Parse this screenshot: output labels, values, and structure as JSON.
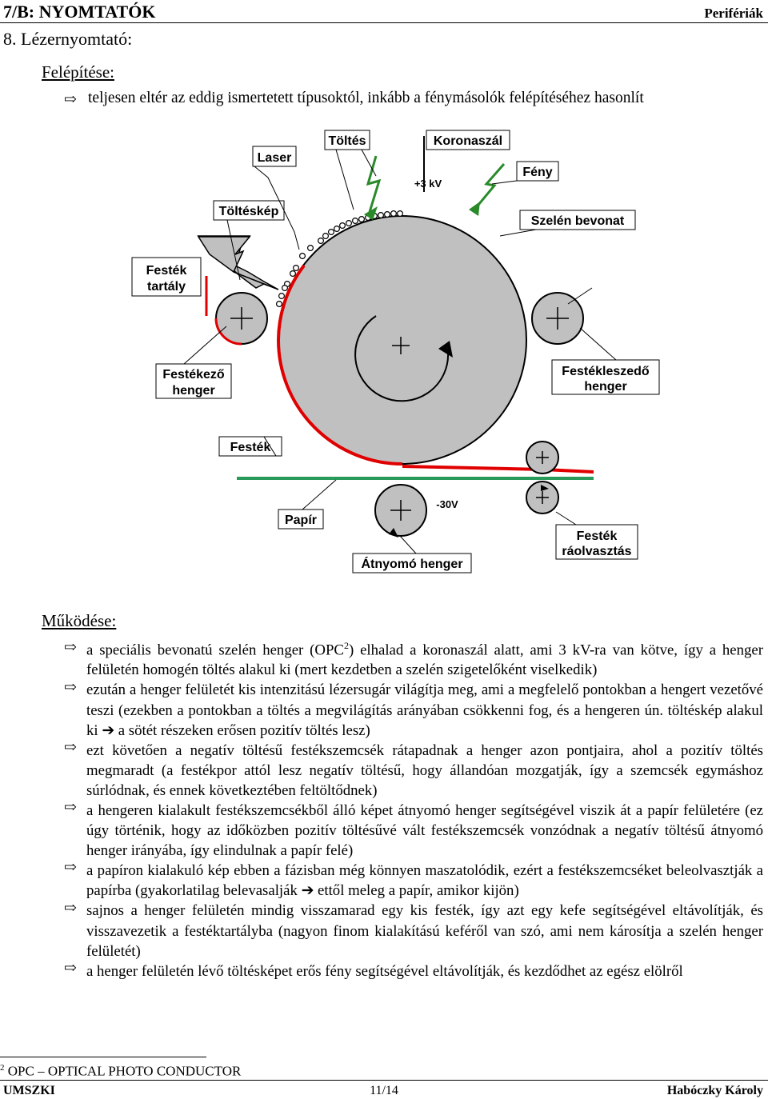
{
  "header": {
    "left": "7/B: NYOMTATÓK",
    "right": "Perifériák"
  },
  "section": "8. Lézernyomtató:",
  "subheading1": "Felépítése:",
  "intro": "teljesen eltér az eddig ismertetett típusoktól, inkább a fénymásolók felépítéséhez hasonlít",
  "diagram": {
    "laser": "Laser",
    "toltes": "Töltés",
    "koronaszal": "Koronaszál",
    "feny": "Fény",
    "plus3kv": "+3 kV",
    "tolteskep": "Töltéskép",
    "szelen": "Szelén bevonat",
    "festek_tartaly_1": "Festék",
    "festek_tartaly_2": "tartály",
    "festekezo_1": "Festékező",
    "festekezo_2": "henger",
    "festekleszedo_1": "Festékleszedő",
    "festekleszedo_2": "henger",
    "festek": "Festék",
    "papir": "Papír",
    "minus30v": "-30V",
    "atnyomo": "Átnyomó henger",
    "raolv_1": "Festék",
    "raolv_2": "ráolvasztás"
  },
  "subheading2": "Működése:",
  "bullets": [
    "a speciális bevonatú szelén henger (OPC",
    "ezután a henger felületét kis intenzitású lézersugár világítja meg, ami a megfelelő pontokban a hengert vezetővé teszi (ezekben a pontokban a töltés a megvilágítás arányában csökkenni fog, és a hengeren ún. töltéskép alakul ki",
    "ezt követően a negatív töltésű festékszemcsék rátapadnak a henger azon pontjaira, ahol a pozitív töltés megmaradt (a festékpor attól lesz negatív töltésű, hogy állandóan mozgatják, így a szemcsék egymáshoz súrlódnak, és ennek következtében feltöltődnek)",
    "a hengeren kialakult festékszemcsékből álló képet átnyomó henger segítségével viszik át a papír felületére (ez úgy történik, hogy az időközben pozitív töltésűvé vált festékszemcsék vonzódnak a negatív töltésű átnyomó henger irányába, így elindulnak a papír felé)",
    "a papíron kialakuló kép ebben a fázisban még könnyen maszatolódik, ezért a festékszemcséket beleolvasztják a papírba (gyakorlatilag belevasalják",
    "sajnos a henger felületén mindig visszamarad egy kis festék, így azt egy kefe segítségével eltávolítják, és visszavezetik a festéktartályba (nagyon finom kialakítású keféről van szó, ami nem károsítja a szelén henger felületét)",
    "a henger felületén lévő töltésképet erős fény segítségével eltávolítják, és kezdődhet az egész elölről"
  ],
  "bullet1_sup": "2",
  "bullet1_rest": ") elhalad a koronaszál alatt, ami 3 kV-ra van kötve, így a henger felületén homogén töltés alakul ki (mert kezdetben a szelén szigetelőként viselkedik)",
  "bullet2_rest": "a sötét részeken erősen pozitív töltés lesz)",
  "bullet5_rest": "ettől meleg a papír, amikor kijön)",
  "footnote_num": "2",
  "footnote": "OPC – OPTICAL PHOTO CONDUCTOR",
  "footer": {
    "left": "UMSZKI",
    "center": "11/14",
    "right": "Habóczky Károly"
  }
}
